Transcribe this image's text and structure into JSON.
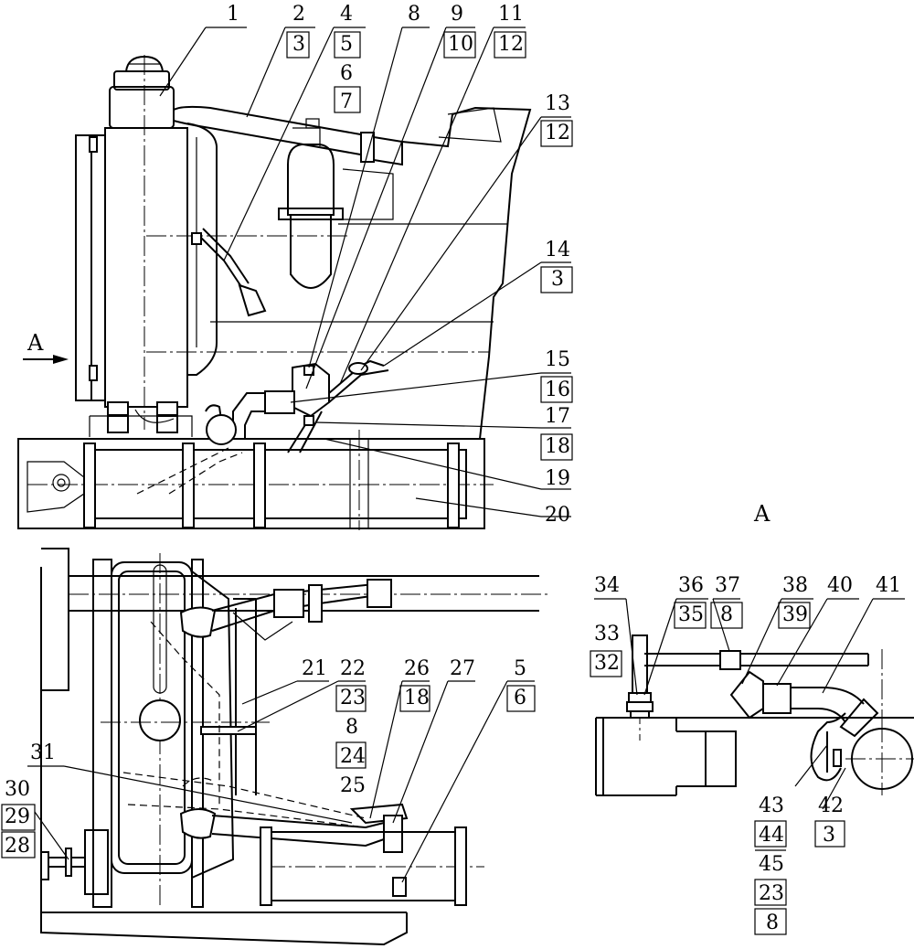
{
  "view_label": "A",
  "arrow_label": "A",
  "labels": {
    "p1": "1",
    "p2": "2",
    "p3": "3",
    "p4": "4",
    "p5": "5",
    "p6": "6",
    "p7": "7",
    "p8": "8",
    "p9": "9",
    "p10": "10",
    "p11": "11",
    "p12": "12",
    "p13": "13",
    "p12b": "12",
    "p14": "14",
    "p3b": "3",
    "p15": "15",
    "p16": "16",
    "p17": "17",
    "p18": "18",
    "p19": "19",
    "p20": "20",
    "p21": "21",
    "p22": "22",
    "p23": "23",
    "p8b": "8",
    "p24": "24",
    "p25": "25",
    "p26": "26",
    "p18b": "18",
    "p27": "27",
    "p5b": "5",
    "p6b": "6",
    "p31": "31",
    "p30": "30",
    "p29": "29",
    "p28": "28",
    "p34": "34",
    "p33": "33",
    "p32": "32",
    "p36": "36",
    "p35": "35",
    "p37": "37",
    "p8c": "8",
    "p38": "38",
    "p39": "39",
    "p40": "40",
    "p41": "41",
    "p43": "43",
    "p44": "44",
    "p45": "45",
    "p23b": "23",
    "p8d": "8",
    "p42": "42",
    "p3c": "3"
  }
}
